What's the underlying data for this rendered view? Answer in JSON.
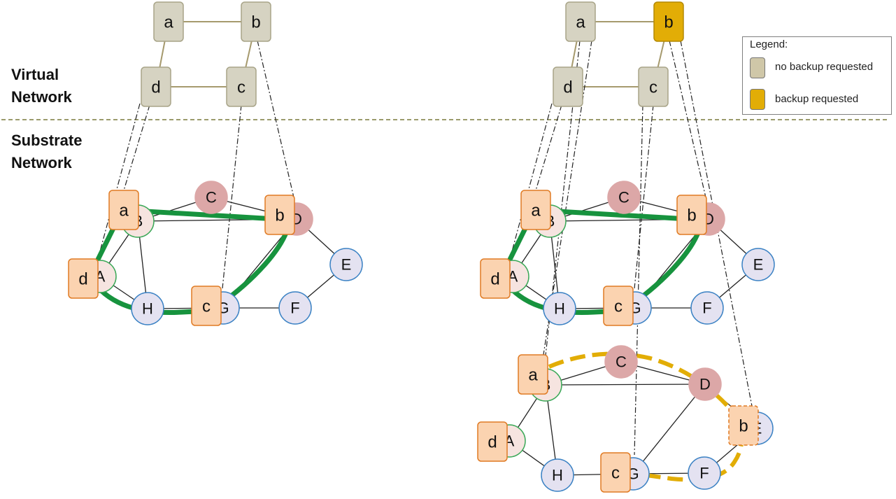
{
  "labels": {
    "virtual_network": [
      "Virtual",
      "Network"
    ],
    "substrate_network": [
      "Substrate",
      "Network"
    ]
  },
  "legend": {
    "title": "Legend:",
    "items": [
      {
        "label": "no backup requested",
        "color": "#cfc7a8"
      },
      {
        "label": "backup requested",
        "color": "#e2ad06"
      }
    ]
  },
  "colors": {
    "virtual_node": "#d6d3c2",
    "virtual_backup": "#e2ad06",
    "mapped_box": "#fbd3b0",
    "mapped_box_border": "#e07b24",
    "substrate_blue_fill": "#e4e2f1",
    "substrate_blue_border": "#3b82c4",
    "substrate_green_fill": "#f6e4e0",
    "substrate_green_border": "#3aa857",
    "substrate_pink_fill": "#dca7a7",
    "primary_path": "#17933e",
    "backup_path": "#e2ad06",
    "divider": "#7a7a3c"
  },
  "diagrams": [
    {
      "name": "without-backup",
      "virtual_nodes": [
        "a",
        "b",
        "d",
        "c"
      ],
      "substrate_nodes": [
        "C",
        "B",
        "D",
        "A",
        "E",
        "H",
        "G",
        "F"
      ],
      "mapped_labels": [
        "a",
        "b",
        "d",
        "c"
      ]
    },
    {
      "name": "with-backup",
      "virtual_nodes": [
        "a",
        "b",
        "d",
        "c"
      ],
      "substrate_nodes": [
        "C",
        "B",
        "D",
        "A",
        "E",
        "H",
        "G",
        "F"
      ],
      "mapped_labels": [
        "a",
        "b",
        "d",
        "c"
      ],
      "backup_substrate_nodes": [
        "C",
        "B",
        "D",
        "E",
        "A",
        "H",
        "G",
        "F"
      ],
      "backup_mapped_labels": [
        "a",
        "b",
        "d",
        "c"
      ]
    }
  ]
}
